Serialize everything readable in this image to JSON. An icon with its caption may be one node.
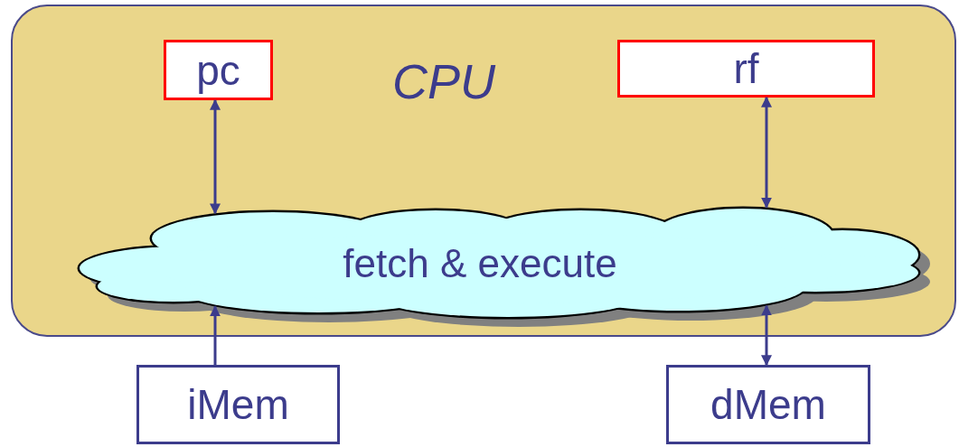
{
  "diagram": {
    "nodes": [
      {
        "text": [
          "CPU"
        ]
      },
      {
        "text": [
          "pc"
        ],
        "in": 0
      },
      {
        "text": [
          "rf"
        ],
        "in": 0
      },
      {
        "text": [
          "fetch & execute"
        ],
        "in": 0
      },
      {
        "text": [
          "iMem"
        ]
      },
      {
        "text": [
          "dMem"
        ]
      }
    ],
    "edges": [
      {
        "from": 1,
        "to": 3,
        "arrow": "both"
      },
      {
        "from": 2,
        "to": 3,
        "arrow": "both"
      },
      {
        "from": 4,
        "to": 3,
        "arrow": "to"
      },
      {
        "from": 5,
        "to": 3,
        "arrow": "both"
      }
    ]
  }
}
